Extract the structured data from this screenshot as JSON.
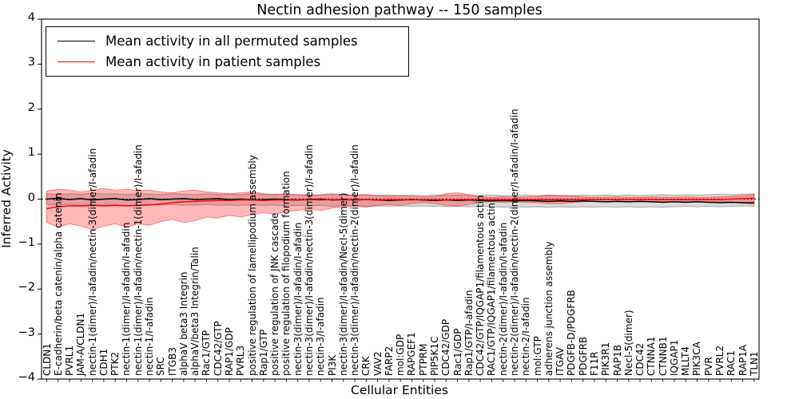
{
  "chart_data": {
    "type": "line",
    "title": "Nectin adhesion pathway -- 150 samples",
    "xlabel": "Cellular Entities",
    "ylabel": "Inferred Activity",
    "ylim": [
      -4,
      4
    ],
    "yticks": [
      4,
      3,
      2,
      1,
      0,
      -1,
      -2,
      -3,
      -4
    ],
    "grid": false,
    "zero_reference_line": {
      "style": "dotted",
      "color": "#000000",
      "y": 0
    },
    "legend": {
      "position": "upper left",
      "entries": [
        {
          "label": "Mean activity in all permuted samples",
          "color": "#000000"
        },
        {
          "label": "Mean activity in patient samples",
          "color": "#ff0000"
        }
      ]
    },
    "categories": [
      "CLDN1",
      "E-cadherin/beta catenin/alpha catenin",
      "PVRL1",
      "JAM-A/CLDN1",
      "nectin-1(dimer)/I-afadin/nectin-3(dimer/I-afadin",
      "CDH1",
      "PTK2",
      "nectin-1(dimer)/I-afadin/I-afadin",
      "nectin-1(dimer)/I-afadin/nectin-1(dimer)/I-afadin",
      "nectin-1/I-afadin",
      "SRC",
      "ITGB3",
      "alphaV beta3 Integrin",
      "alphaV/beta3 Integrin/Talin",
      "Rac1/GTP",
      "CDC42/GTP",
      "RAP1/GDP",
      "PVRL3",
      "positive regulation of lamellipodium assembly",
      "Rap1/GTP",
      "positive regulation of JNK cascade",
      "positive regulation of filopodium formation",
      "nectin-3(dimer)/I-afadin/I-afadin",
      "nectin-3(dimer)/I-afadin/nectin-3(dimer)/I-afadin",
      "nectin-3/I-afadin",
      "PI3K",
      "nectin-3(dimer)/I-afadin/Necl-5(dimer)",
      "nectin-3(dimer)/I-afadin/nectin-2(dimer)/I-afadin",
      "CRK",
      "VAV2",
      "FARP2",
      "mol:GDP",
      "RAPGEF1",
      "PTPRM",
      "PIP5K1C",
      "CDC42/GDP",
      "Rac1/GDP",
      "Rap1/GTP/I-afadin",
      "CDC42/GTP/IQGAP1/filamentous actin",
      "RAC1/GTP/IQGAP1/filamentous actin",
      "nectin-2(dimer)/I-afadin/I-afadin",
      "nectin-2(dimer)/I-afadin/nectin-2(dimer/I-afadin/I-afadin",
      "nectin-2/I-afadin",
      "mol:GTP",
      "adherens junction assembly",
      "ITGAV",
      "PDGFB-D/PDGFRB",
      "PDGFRB",
      "F11R",
      "PIK3R1",
      "RAP1B",
      "Necl-5(dimer)",
      "CDC42",
      "CTNNA1",
      "CTNNB1",
      "IQGAP1",
      "MLLT4",
      "PIK3CA",
      "PVR",
      "PVRL2",
      "RAC1",
      "RAP1A",
      "TLN1"
    ],
    "series": [
      {
        "name": "Mean activity in all permuted samples",
        "color": "#000000",
        "values": [
          0.0,
          0.02,
          -0.01,
          0.01,
          -0.02,
          0.0,
          0.01,
          -0.02,
          -0.01,
          0.01,
          -0.01,
          0.0,
          0.01,
          -0.01,
          0.0,
          0.01,
          -0.01,
          0.0,
          -0.02,
          -0.01,
          0.0,
          -0.01,
          -0.02,
          -0.01,
          0.0,
          -0.02,
          -0.01,
          -0.02,
          -0.01,
          -0.02,
          -0.03,
          -0.02,
          -0.01,
          -0.02,
          -0.03,
          -0.02,
          -0.03,
          -0.02,
          -0.03,
          -0.04,
          -0.03,
          -0.04,
          -0.03,
          -0.04,
          -0.05,
          -0.04,
          -0.05,
          -0.04,
          -0.05,
          -0.06,
          -0.05,
          -0.06,
          -0.05,
          -0.06,
          -0.07,
          -0.06,
          -0.07,
          -0.06,
          -0.07,
          -0.08,
          -0.07,
          -0.08,
          -0.08
        ]
      },
      {
        "name": "Mean activity in patient samples",
        "color": "#ff0000",
        "values": [
          -0.21,
          -0.17,
          -0.15,
          -0.15,
          -0.14,
          -0.15,
          -0.14,
          -0.15,
          -0.14,
          -0.13,
          -0.11,
          -0.08,
          -0.06,
          -0.05,
          -0.04,
          -0.03,
          -0.03,
          -0.02,
          -0.02,
          -0.03,
          -0.02,
          -0.02,
          -0.02,
          -0.01,
          -0.02,
          -0.01,
          -0.02,
          -0.01,
          -0.01,
          -0.02,
          -0.01,
          -0.01,
          -0.02,
          -0.01,
          -0.01,
          -0.02,
          -0.01,
          -0.01,
          -0.01,
          -0.01,
          -0.01,
          -0.01,
          -0.01,
          -0.01,
          -0.01,
          -0.01,
          -0.01,
          -0.01,
          -0.01,
          -0.01,
          -0.01,
          -0.01,
          -0.01,
          -0.01,
          -0.01,
          -0.01,
          -0.01,
          -0.01,
          -0.01,
          -0.01,
          0.0,
          0.01,
          0.02
        ]
      }
    ],
    "bands": [
      {
        "name": "permuted samples range",
        "color": "#000000",
        "opacity": 0.14,
        "top": [
          0.12,
          0.1,
          0.12,
          0.11,
          0.13,
          0.11,
          0.12,
          0.1,
          0.12,
          0.11,
          0.1,
          0.12,
          0.11,
          0.1,
          0.12,
          0.1,
          0.11,
          0.1,
          0.12,
          0.1,
          0.11,
          0.1,
          0.09,
          0.1,
          0.09,
          0.1,
          0.09,
          0.1,
          0.09,
          0.08,
          0.09,
          0.08,
          0.09,
          0.08,
          0.09,
          0.08,
          0.09,
          0.08,
          0.08,
          0.09,
          0.08,
          0.08,
          0.09,
          0.08,
          0.09,
          0.08,
          0.08,
          0.09,
          0.08,
          0.09,
          0.08,
          0.09,
          0.08,
          0.09,
          0.1,
          0.09,
          0.1,
          0.09,
          0.1,
          0.11,
          0.1,
          0.11,
          0.12
        ],
        "bottom": [
          -0.12,
          -0.13,
          -0.12,
          -0.14,
          -0.12,
          -0.13,
          -0.12,
          -0.14,
          -0.13,
          -0.12,
          -0.13,
          -0.12,
          -0.14,
          -0.13,
          -0.12,
          -0.14,
          -0.13,
          -0.14,
          -0.13,
          -0.14,
          -0.13,
          -0.15,
          -0.14,
          -0.15,
          -0.14,
          -0.16,
          -0.15,
          -0.14,
          -0.16,
          -0.15,
          -0.16,
          -0.15,
          -0.16,
          -0.15,
          -0.16,
          -0.17,
          -0.16,
          -0.17,
          -0.16,
          -0.17,
          -0.18,
          -0.17,
          -0.18,
          -0.17,
          -0.18,
          -0.17,
          -0.18,
          -0.17,
          -0.18,
          -0.17,
          -0.18,
          -0.17,
          -0.18,
          -0.17,
          -0.18,
          -0.17,
          -0.16,
          -0.17,
          -0.16,
          -0.17,
          -0.16,
          -0.15,
          -0.16
        ]
      },
      {
        "name": "patient samples range",
        "color": "#ff0000",
        "opacity": 0.28,
        "top": [
          0.18,
          0.22,
          0.2,
          0.16,
          0.2,
          0.24,
          0.2,
          0.22,
          0.18,
          0.2,
          0.16,
          0.14,
          0.18,
          0.2,
          0.16,
          0.14,
          0.12,
          0.14,
          0.16,
          0.12,
          0.1,
          0.12,
          0.1,
          0.08,
          0.1,
          0.12,
          0.1,
          0.08,
          0.1,
          0.08,
          0.06,
          0.08,
          0.06,
          0.05,
          0.06,
          0.12,
          0.14,
          0.1,
          0.05,
          0.04,
          0.05,
          0.04,
          0.05,
          0.06,
          0.08,
          0.08,
          0.07,
          0.05,
          0.04,
          0.04,
          0.05,
          0.04,
          0.04,
          0.05,
          0.04,
          0.04,
          0.05,
          0.04,
          0.04,
          0.05,
          0.06,
          0.08,
          0.1
        ],
        "bottom": [
          -0.52,
          -0.62,
          -0.55,
          -0.6,
          -0.68,
          -0.6,
          -0.55,
          -0.62,
          -0.55,
          -0.58,
          -0.5,
          -0.45,
          -0.52,
          -0.48,
          -0.4,
          -0.42,
          -0.36,
          -0.4,
          -0.35,
          -0.3,
          -0.34,
          -0.28,
          -0.25,
          -0.22,
          -0.25,
          -0.2,
          -0.18,
          -0.16,
          -0.18,
          -0.14,
          -0.12,
          -0.14,
          -0.1,
          -0.08,
          -0.1,
          -0.14,
          -0.16,
          -0.12,
          -0.07,
          -0.06,
          -0.07,
          -0.06,
          -0.07,
          -0.08,
          -0.1,
          -0.1,
          -0.08,
          -0.06,
          -0.05,
          -0.06,
          -0.05,
          -0.05,
          -0.06,
          -0.05,
          -0.05,
          -0.06,
          -0.05,
          -0.05,
          -0.06,
          -0.05,
          -0.06,
          -0.09,
          -0.12
        ]
      }
    ]
  }
}
